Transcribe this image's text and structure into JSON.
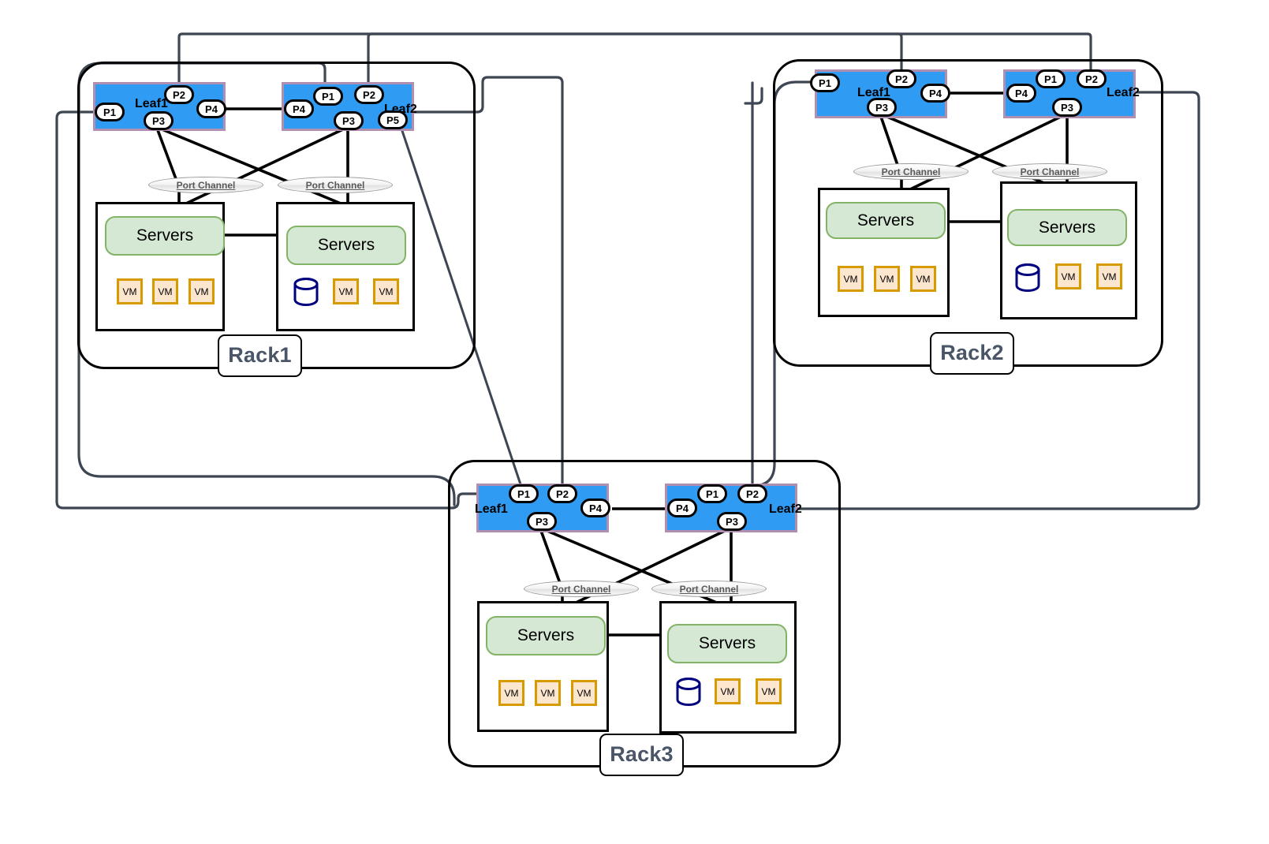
{
  "diagram": {
    "title": "Three-rack leaf switch network topology",
    "colors": {
      "leaf_fill": "#2f9bf2",
      "leaf_border": "#b08fb0",
      "servers_fill": "#d5e8d4",
      "servers_border": "#82b366",
      "vm_fill": "#fce6ce",
      "vm_border": "#d79b00",
      "db_border": "#00007f",
      "wire": "#000000",
      "interrack_wire": "#3d4652",
      "rack_label_text": "#4a5568",
      "portchannel_text": "#595959"
    },
    "labels": {
      "leaf1": "Leaf1",
      "leaf2": "Leaf2",
      "servers": "Servers",
      "vm": "VM",
      "port_channel": "Port Channel"
    },
    "racks": [
      {
        "id": "rack1",
        "label": "Rack1",
        "switches": [
          {
            "name": "Leaf1",
            "ports": [
              "P1",
              "P2",
              "P3",
              "P4"
            ]
          },
          {
            "name": "Leaf2",
            "ports": [
              "P1",
              "P2",
              "P3",
              "P4",
              "P5"
            ]
          }
        ],
        "server_groups": [
          {
            "label": "Servers",
            "vms": [
              "VM",
              "VM",
              "VM"
            ],
            "database": false
          },
          {
            "label": "Servers",
            "vms": [
              "VM",
              "VM"
            ],
            "database": true
          }
        ],
        "port_channels": [
          "Port Channel",
          "Port Channel"
        ]
      },
      {
        "id": "rack2",
        "label": "Rack2",
        "switches": [
          {
            "name": "Leaf1",
            "ports": [
              "P1",
              "P2",
              "P3",
              "P4"
            ]
          },
          {
            "name": "Leaf2",
            "ports": [
              "P1",
              "P2",
              "P3",
              "P4"
            ]
          }
        ],
        "server_groups": [
          {
            "label": "Servers",
            "vms": [
              "VM",
              "VM",
              "VM"
            ],
            "database": false
          },
          {
            "label": "Servers",
            "vms": [
              "VM",
              "VM"
            ],
            "database": true
          }
        ],
        "port_channels": [
          "Port Channel",
          "Port Channel"
        ]
      },
      {
        "id": "rack3",
        "label": "Rack3",
        "switches": [
          {
            "name": "Leaf1",
            "ports": [
              "P1",
              "P2",
              "P3",
              "P4"
            ]
          },
          {
            "name": "Leaf2",
            "ports": [
              "P1",
              "P2",
              "P3",
              "P4"
            ]
          }
        ],
        "server_groups": [
          {
            "label": "Servers",
            "vms": [
              "VM",
              "VM",
              "VM"
            ],
            "database": false
          },
          {
            "label": "Servers",
            "vms": [
              "VM",
              "VM"
            ],
            "database": true
          }
        ],
        "port_channels": [
          "Port Channel",
          "Port Channel"
        ]
      }
    ]
  }
}
